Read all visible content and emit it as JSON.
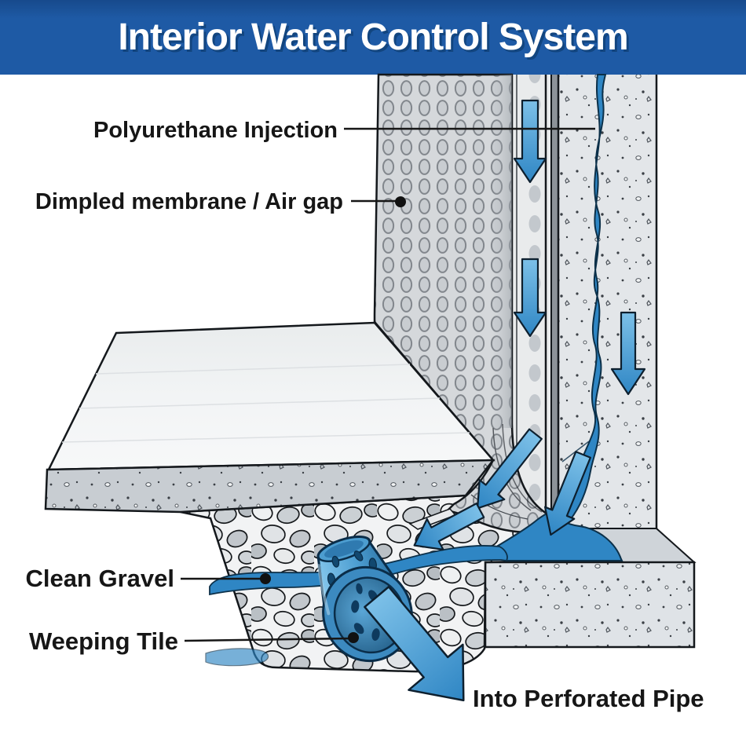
{
  "title": "Interior Water Control System",
  "callouts": {
    "polyurethane_injection": "Polyurethane Injection",
    "dimpled_membrane_air_gap": "Dimpled membrane / Air gap",
    "clean_gravel": "Clean Gravel",
    "weeping_tile": "Weeping Tile",
    "into_perforated_pipe": "Into Perforated Pipe"
  },
  "colors": {
    "banner_blue": "#1e5aa5",
    "banner_blue_dark": "#174a8c",
    "title_text": "#ffffff",
    "title_shadow": "#12457f",
    "label_text": "#161616",
    "water_blue": "#2f86c4",
    "arrow_blue_light": "#7cc0e8",
    "arrow_blue": "#3f97cf",
    "pipe_blue": "#3c8ac0",
    "outline_black": "#14181c",
    "concrete_gray": "#e3e6e9",
    "membrane_gray": "#d5d8db",
    "slab_edge_gray": "#c8cdd2",
    "gravel_gray": "#f2f3f4"
  }
}
